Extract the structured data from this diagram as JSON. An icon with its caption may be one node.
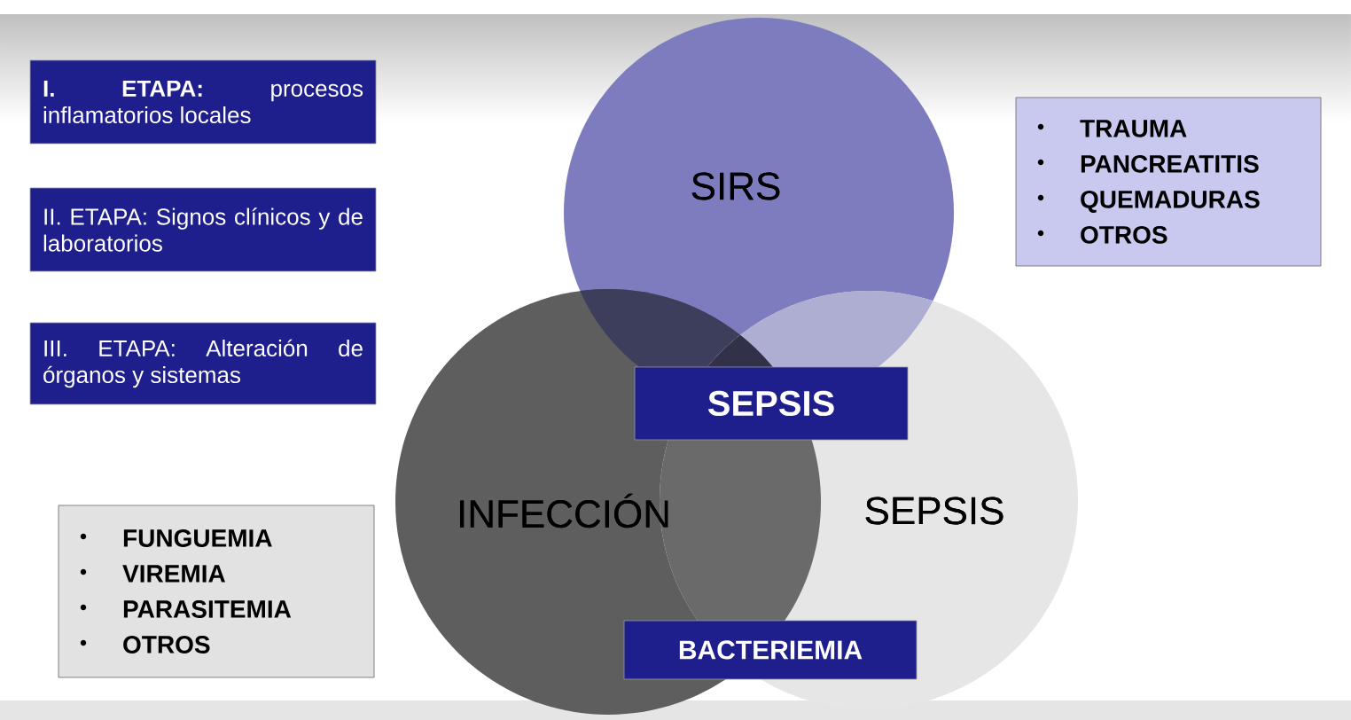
{
  "diagram": {
    "nodes": [
      {
        "text": [
          "**I. ETAPA:** procesos inflamatorios locales"
        ]
      },
      {
        "text": [
          "II. ETAPA: Signos clínicos y de laboratorios"
        ]
      },
      {
        "text": [
          "III. ETAPA: Alteración de órganos y sistemas"
        ]
      },
      {
        "text": [
          "SIRS"
        ]
      },
      {
        "text": [
          "TRAUMA",
          "PANCREATITIS",
          "QUEMADURAS",
          "OTROS"
        ]
      },
      {
        "text": [
          "SEPSIS"
        ]
      },
      {
        "text": [
          "INFECCIÓN"
        ]
      },
      {
        "text": [
          "SEPSIS"
        ]
      },
      {
        "text": [
          "FUNGUEMIA",
          "VIREMIA",
          "PARASITEMIA",
          "OTROS"
        ]
      },
      {
        "text": [
          "BACTERIEMIA"
        ]
      }
    ]
  }
}
